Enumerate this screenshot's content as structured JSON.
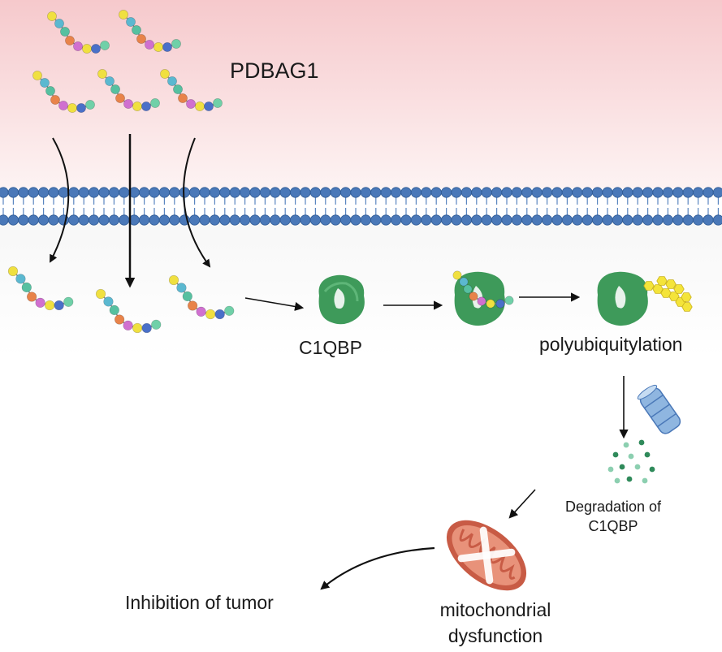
{
  "labels": {
    "peptide": "PDBAG1",
    "protein": "C1QBP",
    "process": "polyubiquitylation",
    "degradation": [
      "Degradation of",
      "C1QBP"
    ],
    "dysfunction": [
      "mitochondrial",
      "dysfunction"
    ],
    "outcome": "Inhibition of tumor"
  },
  "colors": {
    "extracellular_top": "#f6c9cc",
    "lipid_head": "#4a78b8",
    "protein": "#3e9a5a",
    "ubiquitin": "#f4e43a",
    "mitochondrion": "#e0806a",
    "arrow": "#111111"
  },
  "peptide_bead_colors": [
    "#f0e040",
    "#5bb8d0",
    "#56c0a0",
    "#e8834a",
    "#d070d0",
    "#f0e040",
    "#4a70c8",
    "#70d0a8"
  ]
}
